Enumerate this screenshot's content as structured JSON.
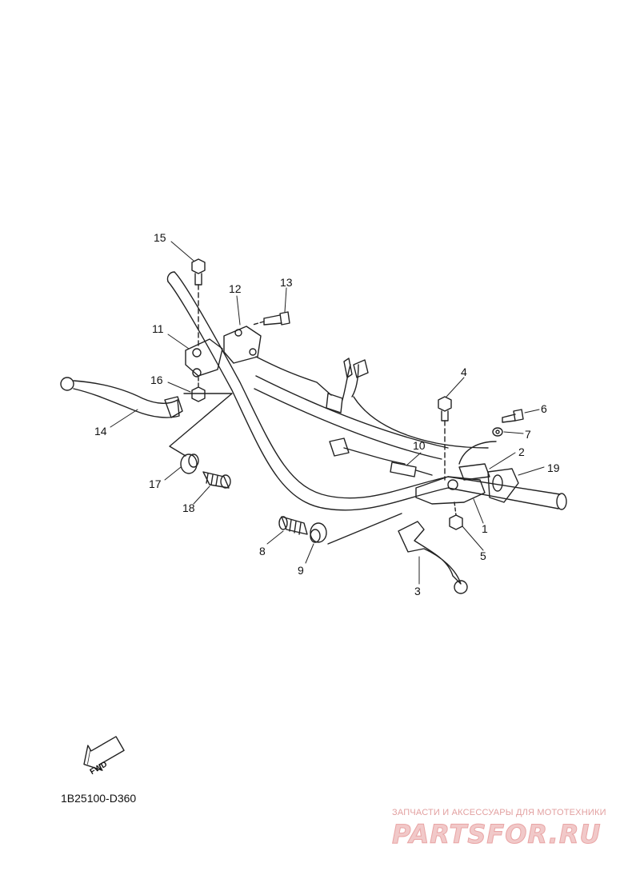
{
  "diagram_code": "1B25100-D360",
  "fwd_label": "FWD",
  "watermark": {
    "tagline": "ЗАПЧАСТИ И АКСЕССУАРЫ ДЛЯ МОТОТЕХНИКИ",
    "brand": "PARTSFOR.RU"
  },
  "callouts": {
    "p1": "1",
    "p2": "2",
    "p3": "3",
    "p4": "4",
    "p5": "5",
    "p6": "6",
    "p7": "7",
    "p8": "8",
    "p9": "9",
    "p10": "10",
    "p11": "11",
    "p12": "12",
    "p13": "13",
    "p14": "14",
    "p15": "15",
    "p16": "16",
    "p17": "17",
    "p18": "18",
    "p19": "19"
  },
  "colors": {
    "line": "#222222",
    "watermark": "#e9a5a5"
  }
}
